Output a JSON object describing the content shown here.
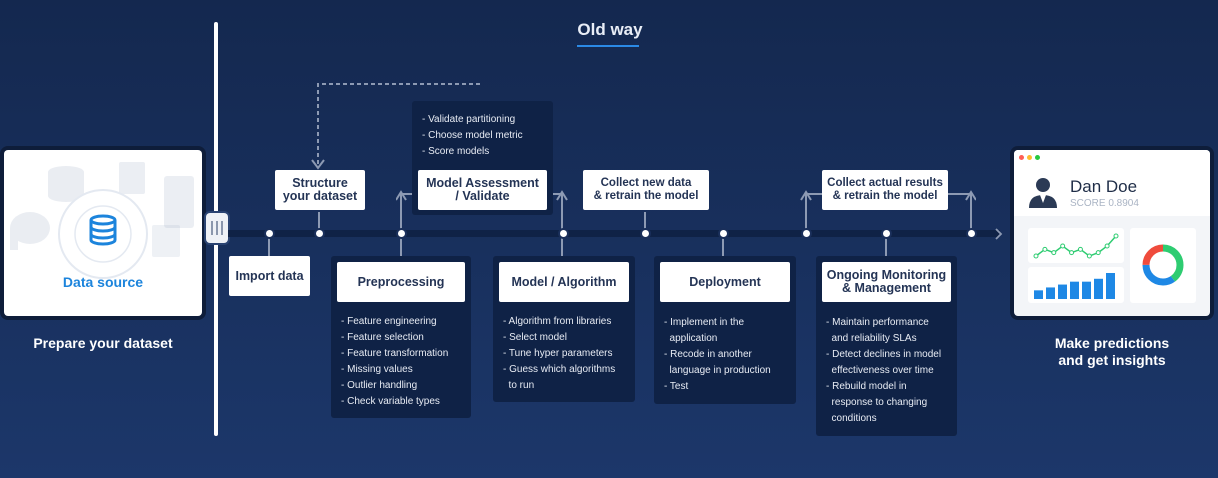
{
  "title": "Old way",
  "data_source": {
    "label": "Data source",
    "caption": "Prepare your dataset",
    "icons": [
      "database-icon",
      "csv-file-icon",
      "excel-icon",
      "elephant-icon"
    ]
  },
  "steps": {
    "import": "Import data",
    "structure": "Structure\nyour dataset",
    "preprocessing": "Preprocessing",
    "assessment": "Model Assessment\n/ Validate",
    "model": "Model / Algorithm",
    "collect_new": "Collect new data\n& retrain the model",
    "deployment": "Deployment",
    "collect_actual": "Collect actual results\n& retrain the model",
    "monitoring": "Ongoing Monitoring\n& Management"
  },
  "lists": {
    "assessment": [
      "- Validate partitioning",
      "- Choose model metric",
      "- Score models"
    ],
    "preprocessing": [
      "- Feature engineering",
      "- Feature selection",
      "- Feature transformation",
      "- Missing values",
      "- Outlier handling",
      "- Check variable types"
    ],
    "model": [
      "- Algorithm from libraries",
      "- Select model",
      "- Tune hyper parameters",
      "- Guess which algorithms",
      "  to run"
    ],
    "deployment": [
      "- Implement in the",
      "  application",
      "- Recode in another",
      "  language in production",
      "- Test"
    ],
    "monitoring": [
      "- Maintain performance",
      "  and reliability SLAs",
      "- Detect declines in model",
      "  effectiveness over time",
      "- Rebuild model in",
      "  response to changing",
      "  conditions"
    ]
  },
  "dashboard": {
    "name": "Dan Doe",
    "score": "SCORE 0.8904",
    "caption": "Make predictions\nand get insights",
    "line_values": [
      3,
      5,
      4,
      6,
      4,
      5,
      3,
      4,
      6,
      9
    ],
    "bar_values": [
      3,
      4,
      5,
      6,
      6,
      7,
      9
    ],
    "donut": [
      {
        "value": 40,
        "color": "#2ecc71"
      },
      {
        "value": 35,
        "color": "#1e88e5"
      },
      {
        "value": 25,
        "color": "#ef4b3c"
      }
    ],
    "window_dots": [
      "#ff5f56",
      "#ffbd2e",
      "#27c93f"
    ]
  }
}
